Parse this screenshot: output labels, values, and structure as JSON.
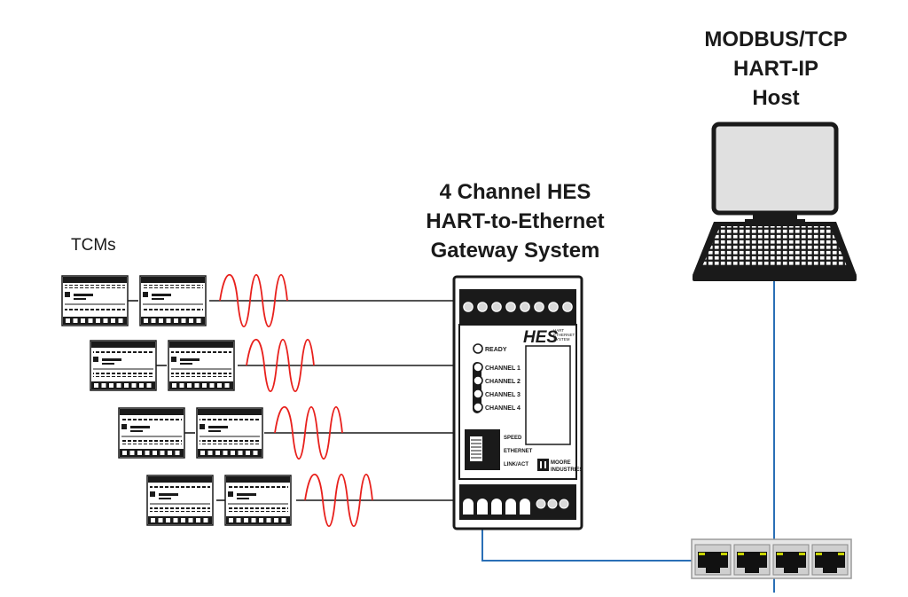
{
  "host": {
    "title_lines": [
      "MODBUS/TCP",
      "HART-IP",
      "Host"
    ]
  },
  "gateway": {
    "title_lines": [
      "4 Channel HES",
      "HART-to-Ethernet",
      "Gateway System"
    ],
    "ready_label": "READY",
    "channels": [
      "CHANNEL 1",
      "CHANNEL 2",
      "CHANNEL 3",
      "CHANNEL 4"
    ],
    "ethernet_labels": [
      "SPEED",
      "ETHERNET",
      "LINK/ACT"
    ],
    "logo_big": "HES",
    "logo_small": [
      "HART",
      "ETHERNET",
      "SYSTEM"
    ],
    "brand_lines": [
      "MOORE",
      "INDUSTRIES"
    ]
  },
  "tcm": {
    "label": "TCMs",
    "rows": 4,
    "per_row": 2
  },
  "colors": {
    "signal": "#e8201c",
    "ethernet_cable": "#2a6fb6",
    "device_dark": "#1a1a1a",
    "switch_port": "#c8d400"
  }
}
